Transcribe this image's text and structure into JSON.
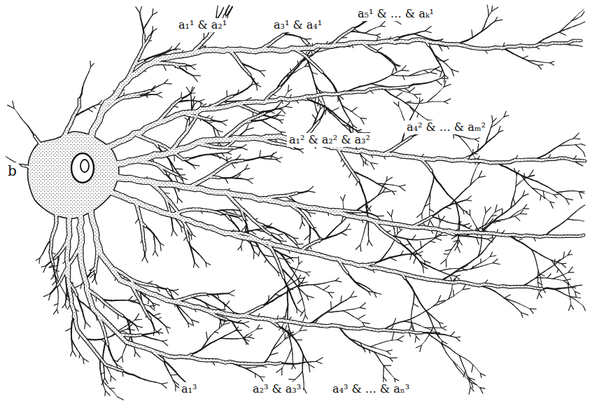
{
  "diagram": {
    "labels": [
      "b",
      "a₁¹ & a₂¹",
      "a₃¹ & a₄¹",
      "a₅¹ & … & aₖ¹",
      "a₁² & a₂² & a₃²",
      "a₄² & … & aₘ²",
      "a₁³",
      "a₂³ & a₃³",
      "a₄³ & … & aₙ³"
    ]
  }
}
